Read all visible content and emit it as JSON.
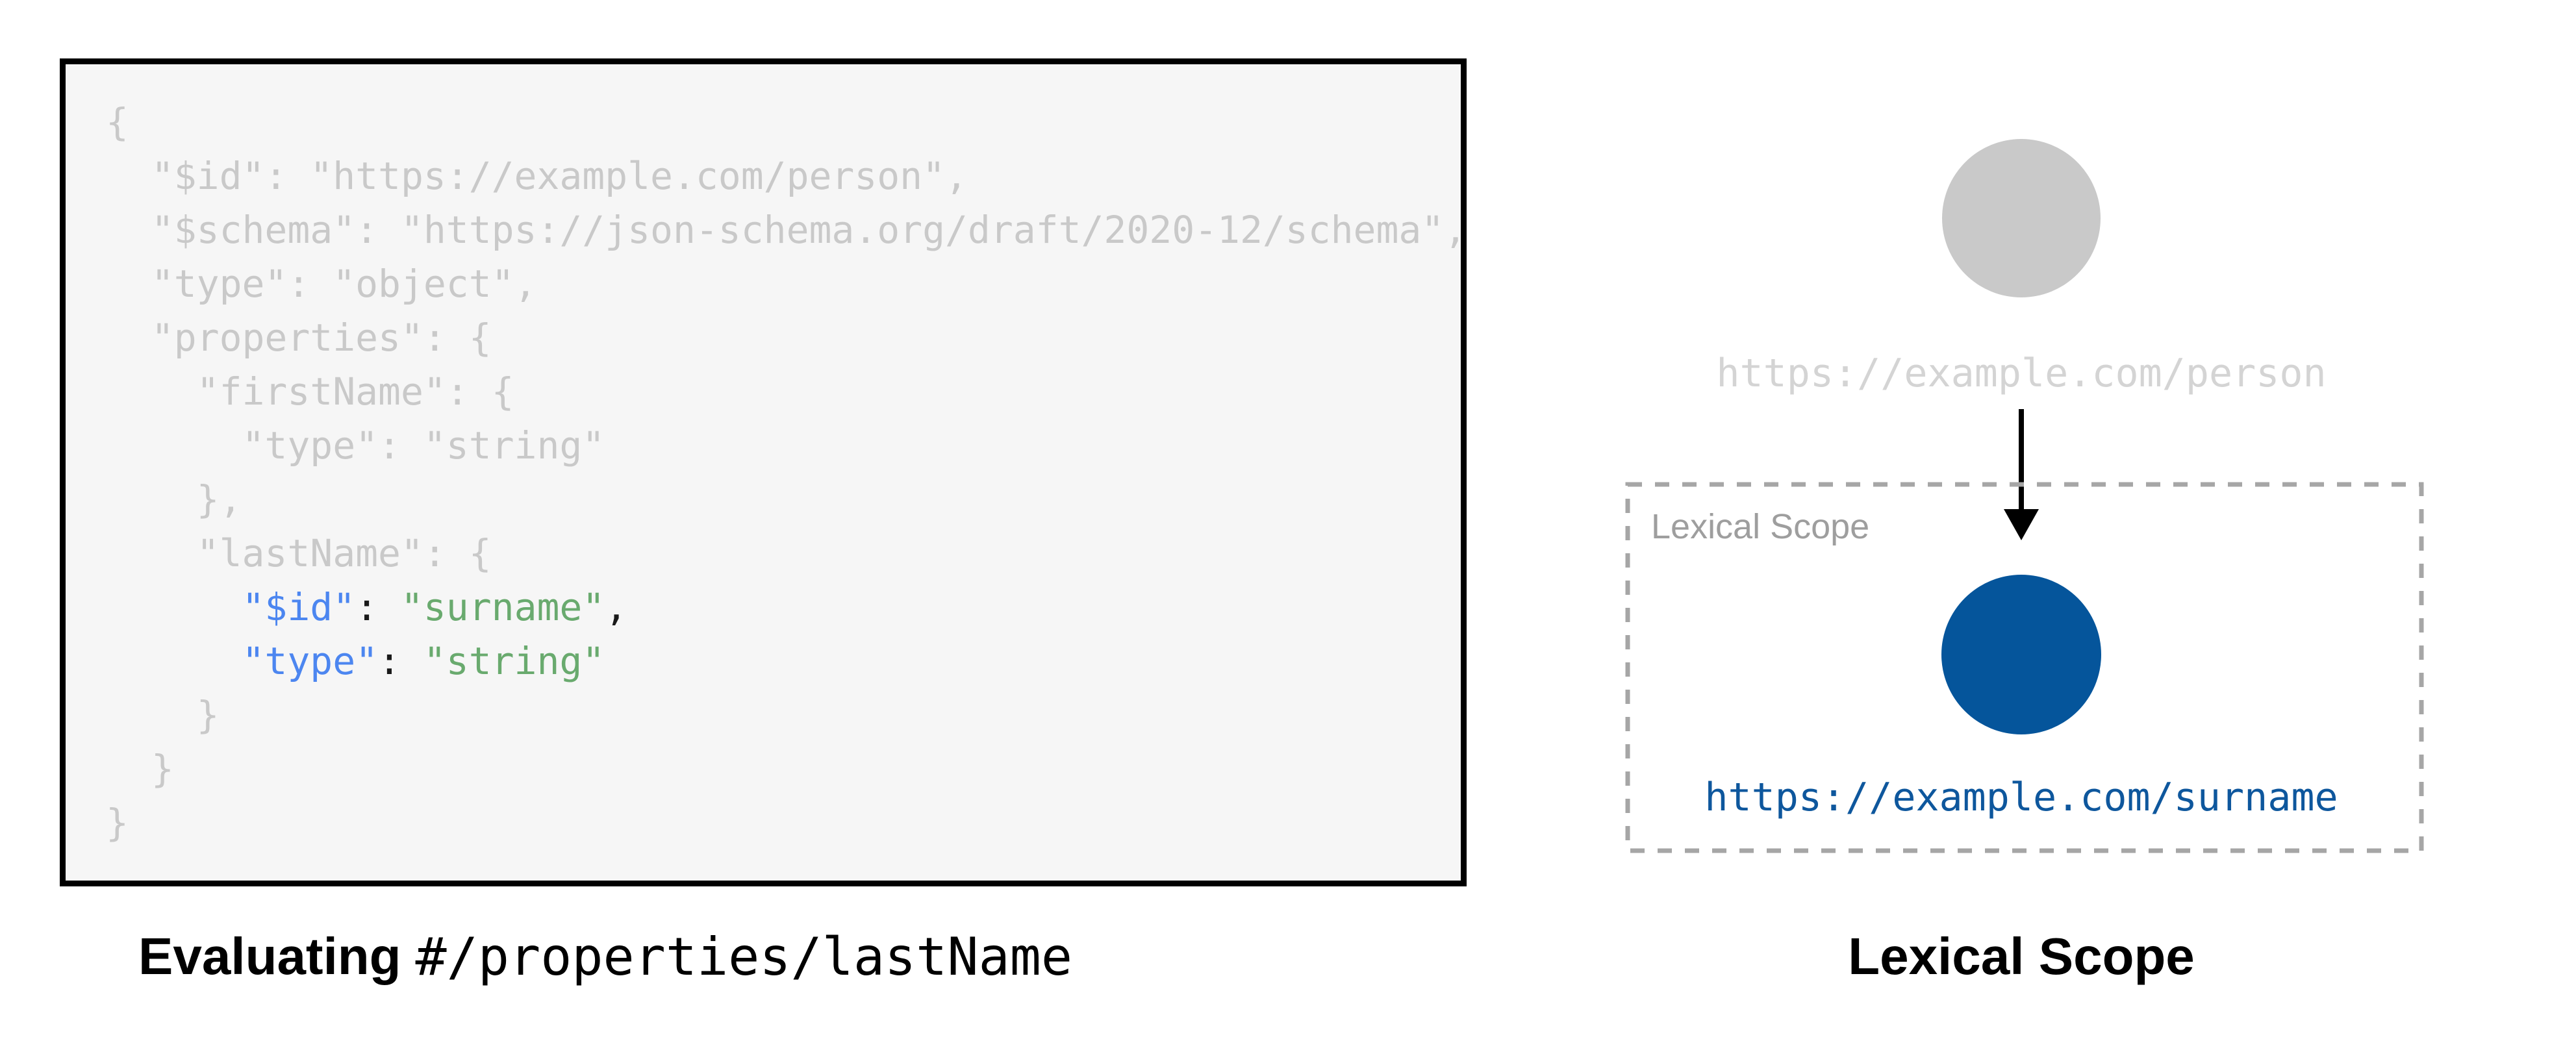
{
  "figure": {
    "left_panel": {
      "caption_bold": "Evaluating",
      "caption_mono": "#/properties/lastName",
      "code_lines": [
        {
          "tokens": [
            {
              "t": "{",
              "c": "gray"
            }
          ]
        },
        {
          "tokens": [
            {
              "t": "  \"$id\": \"https://example.com/person\",",
              "c": "gray"
            }
          ]
        },
        {
          "tokens": [
            {
              "t": "  \"$schema\": \"https://json-schema.org/draft/2020-12/schema\",",
              "c": "gray"
            }
          ]
        },
        {
          "tokens": [
            {
              "t": "  \"type\": \"object\",",
              "c": "gray"
            }
          ]
        },
        {
          "tokens": [
            {
              "t": "  \"properties\": {",
              "c": "gray"
            }
          ]
        },
        {
          "tokens": [
            {
              "t": "    \"firstName\": {",
              "c": "gray"
            }
          ]
        },
        {
          "tokens": [
            {
              "t": "      \"type\": \"string\"",
              "c": "gray"
            }
          ]
        },
        {
          "tokens": [
            {
              "t": "    },",
              "c": "gray"
            }
          ]
        },
        {
          "tokens": [
            {
              "t": "    \"lastName\": {",
              "c": "gray"
            }
          ]
        },
        {
          "tokens": [
            {
              "t": "      ",
              "c": "gray"
            },
            {
              "t": "\"$id\"",
              "c": "blue"
            },
            {
              "t": ": ",
              "c": "black"
            },
            {
              "t": "\"surname\"",
              "c": "green"
            },
            {
              "t": ",",
              "c": "black"
            }
          ]
        },
        {
          "tokens": [
            {
              "t": "      ",
              "c": "gray"
            },
            {
              "t": "\"type\"",
              "c": "blue"
            },
            {
              "t": ": ",
              "c": "black"
            },
            {
              "t": "\"string\"",
              "c": "green"
            }
          ]
        },
        {
          "tokens": [
            {
              "t": "    }",
              "c": "gray"
            }
          ]
        },
        {
          "tokens": [
            {
              "t": "  }",
              "c": "gray"
            }
          ]
        },
        {
          "tokens": [
            {
              "t": "}",
              "c": "gray"
            }
          ]
        }
      ]
    },
    "right_panel": {
      "outer_node_label": "https://example.com/person",
      "scope_box_label": "Lexical Scope",
      "inner_node_label": "https://example.com/surname",
      "caption": "Lexical Scope"
    },
    "colors": {
      "code_muted": "#c9c9c9",
      "code_key_blue": "#4c86f0",
      "code_value_green": "#69aa6e",
      "code_punct_black": "#1a1a1a",
      "panel_bg": "#f6f6f6",
      "panel_border": "#000000",
      "outer_node_gray": "#c9c9c9",
      "outer_label_gray": "#d4d4d4",
      "scope_border_gray": "#a6a6a6",
      "scope_label_gray": "#9e9e9e",
      "inner_node_blue": "#05559b",
      "inner_label_blue": "#0e579d",
      "arrow_black": "#000000"
    }
  }
}
